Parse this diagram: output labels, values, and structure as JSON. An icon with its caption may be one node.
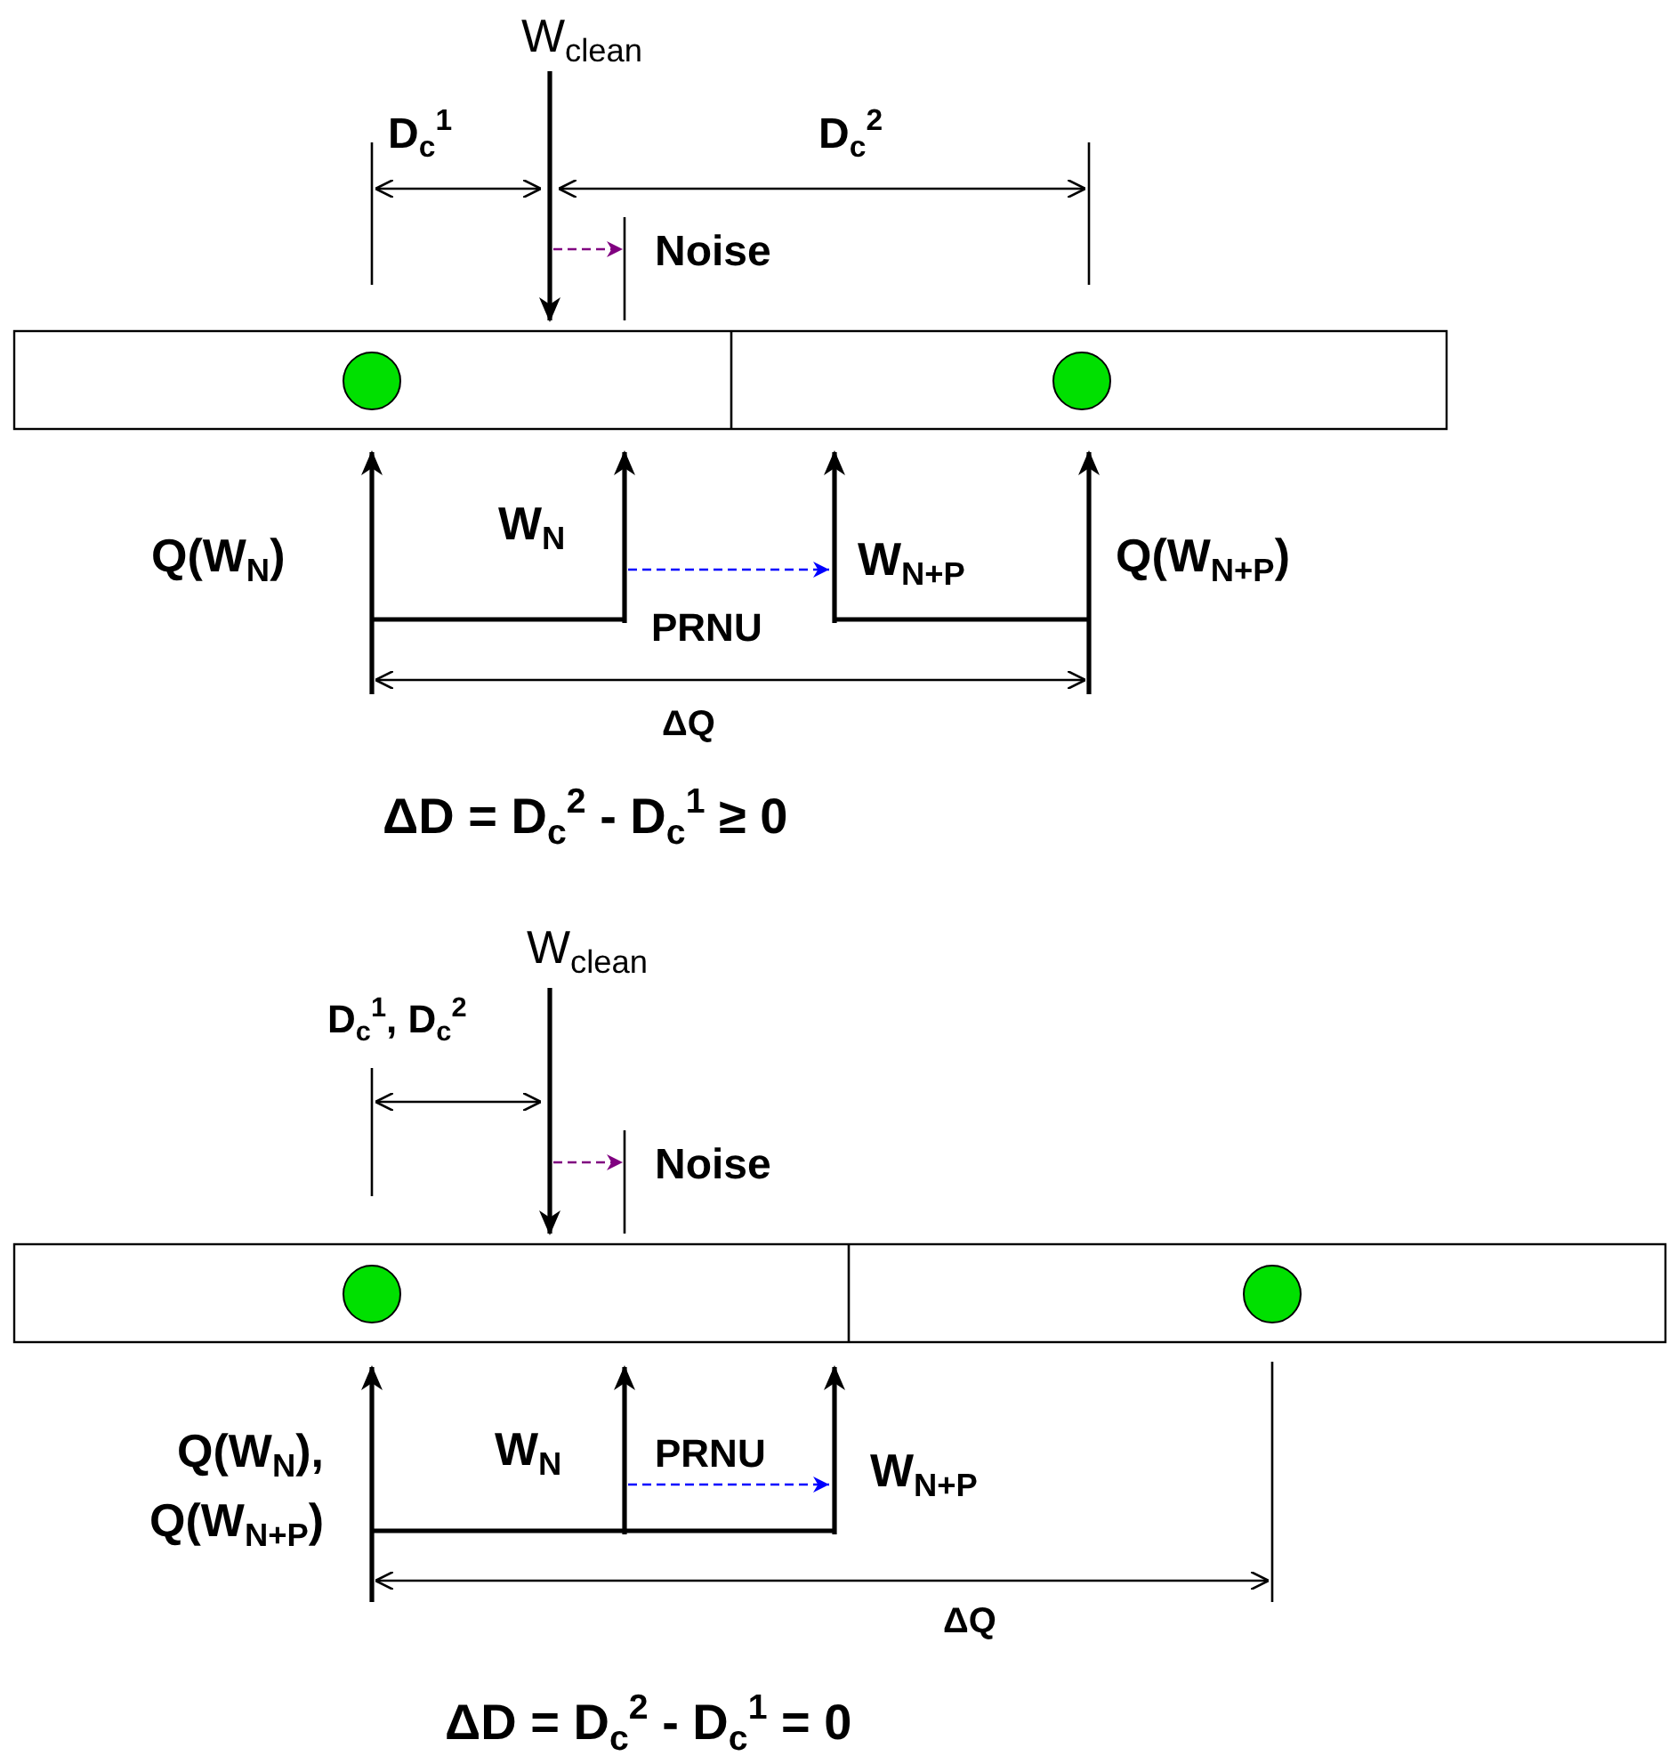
{
  "diagram": {
    "labels": [
      "W$_{clean}$",
      "D$_{c}$$^{1}$",
      "D$_{c}$$^{2}$",
      "Noise",
      "Q(W$_{N}$)",
      "W$_{N}$",
      "W$_{N+P}$",
      "Q(W$_{N+P}$)",
      "PRNU",
      "ΔQ",
      "ΔD = D$_{c}$$^{2}$ - D$_{c}$$^{1}$ ≥ 0",
      "W$_{clean}$",
      "D$_{c}$$^{1}$, D$_{c}$$^{2}$",
      "Noise",
      "Q(W$_{N}$), Q(W$_{N+P}$)",
      "W$_{N}$",
      "PRNU",
      "W$_{N+P}$",
      "ΔQ",
      "ΔD = D$_{c}$$^{2}$ - D$_{c}$$^{1}$ = 0"
    ]
  }
}
